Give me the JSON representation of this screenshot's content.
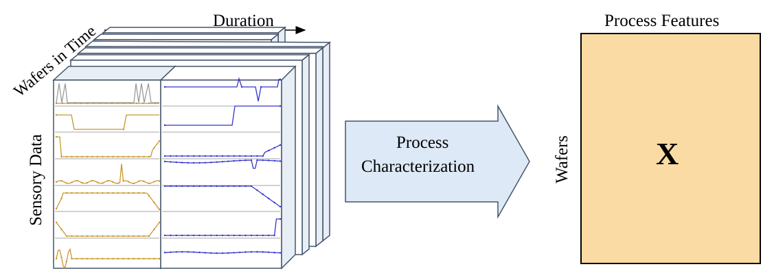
{
  "labels": {
    "duration": "Duration",
    "wafers_in_time": "Wafers in Time",
    "sensory_data": "Sensory Data",
    "arrow_line1": "Process",
    "arrow_line2": "Characterization",
    "process_features": "Process Features",
    "wafers": "Wafers",
    "matrix_symbol": "X"
  },
  "colors": {
    "arrow_fill": "#dde9f6",
    "arrow_stroke": "#44546a",
    "matrix_fill": "#fadba3",
    "trace_gold": "#c8962a",
    "trace_blue": "#3333cc",
    "grid_gray": "#a6a6a6"
  }
}
